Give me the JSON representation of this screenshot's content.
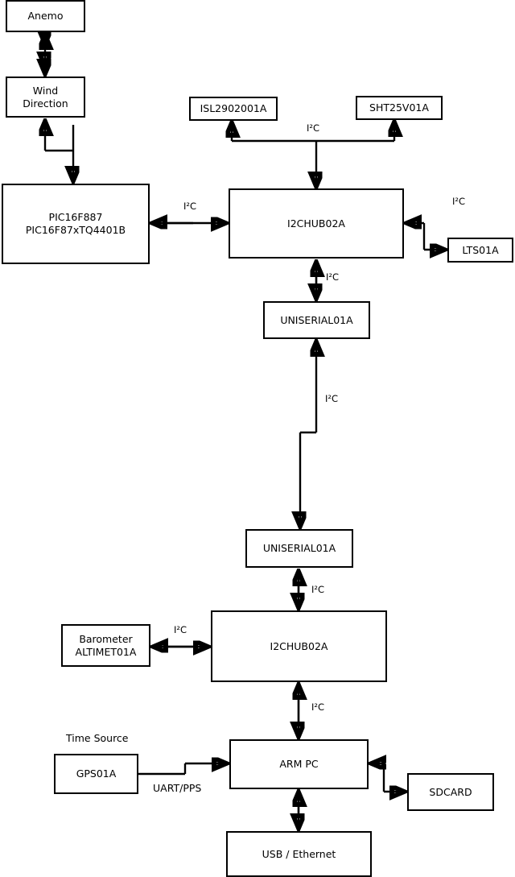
{
  "diagram": {
    "title": "Weather station block diagram",
    "background_color": "#ffffff",
    "line_color": "#000000",
    "nodes": [
      {
        "id": "anemo",
        "label": "Anemo"
      },
      {
        "id": "wind",
        "label": "Wind\nDirection"
      },
      {
        "id": "pic",
        "label": "PIC16F887\nPIC16F87xTQ4401B"
      },
      {
        "id": "isl",
        "label": "ISL2902001A"
      },
      {
        "id": "sht",
        "label": "SHT25V01A"
      },
      {
        "id": "hub_top",
        "label": "I2CHUB02A"
      },
      {
        "id": "lts",
        "label": "LTS01A"
      },
      {
        "id": "uniserial_top",
        "label": "UNISERIAL01A"
      },
      {
        "id": "uniserial_bot",
        "label": "UNISERIAL01A"
      },
      {
        "id": "hub_bottom",
        "label": "I2CHUB02A"
      },
      {
        "id": "barometer",
        "label": "Barometer\nALTIMET01A"
      },
      {
        "id": "gps",
        "label": "GPS01A"
      },
      {
        "id": "armpc",
        "label": "ARM PC"
      },
      {
        "id": "sdcard",
        "label": "SDCARD"
      },
      {
        "id": "usb",
        "label": "USB / Ethernet"
      }
    ],
    "edge_labels": [
      {
        "id": "lbl_bus_top",
        "text": "I²C"
      },
      {
        "id": "lbl_pic_hub",
        "text": "I²C"
      },
      {
        "id": "lbl_hub_lts",
        "text": "I²C"
      },
      {
        "id": "lbl_hub_uni",
        "text": "I²C"
      },
      {
        "id": "lbl_uni_uni",
        "text": "I²C"
      },
      {
        "id": "lbl_uni_hub2",
        "text": "I²C"
      },
      {
        "id": "lbl_baro_hub2",
        "text": "I²C"
      },
      {
        "id": "lbl_hub2_armpc",
        "text": "I²C"
      },
      {
        "id": "lbl_gps_armpc",
        "text": "UART/PPS"
      }
    ],
    "free_labels": [
      {
        "id": "time_source",
        "text": "Time Source"
      }
    ]
  }
}
